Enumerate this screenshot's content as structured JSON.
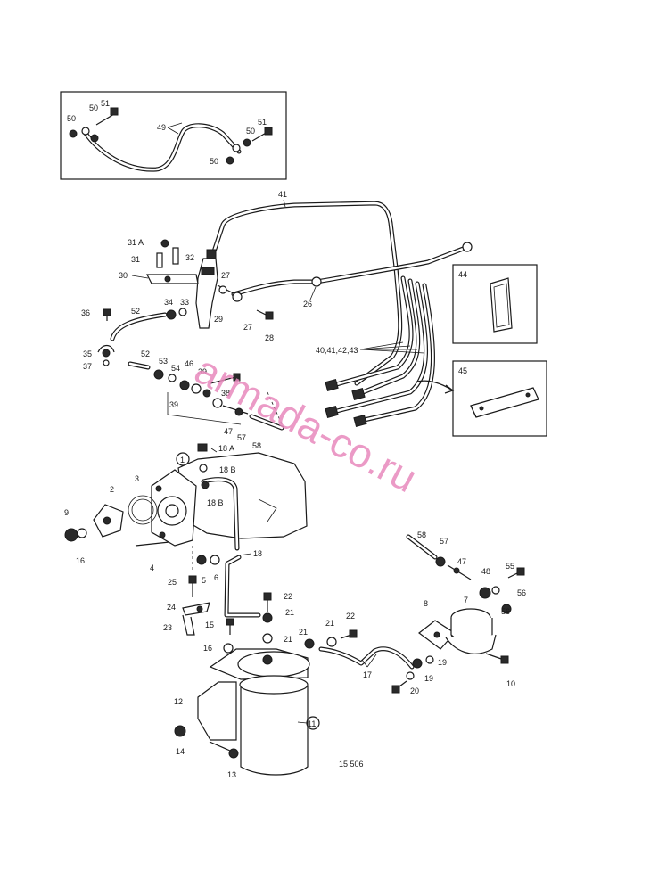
{
  "diagram": {
    "watermark": "armada-co.ru",
    "drawing_number": "15 506",
    "callouts": {
      "c1": "1",
      "c2": "2",
      "c3": "3",
      "c4": "4",
      "c5": "5",
      "c6": "6",
      "c7": "7",
      "c8": "8",
      "c9": "9",
      "c10": "10",
      "c11": "11",
      "c12": "12",
      "c13": "13",
      "c14": "14",
      "c15": "15",
      "c16a": "16",
      "c16b": "16",
      "c17": "17",
      "c18": "18",
      "c18a": "18 A",
      "c18b1": "18 B",
      "c18b2": "18 B",
      "c19a": "19",
      "c19b": "19",
      "c20": "20",
      "c21a": "21",
      "c21b": "21",
      "c21c": "21",
      "c21d": "21",
      "c22a": "22",
      "c22b": "22",
      "c23": "23",
      "c24": "24",
      "c25": "25",
      "c26": "26",
      "c27a": "27",
      "c27b": "27",
      "c28": "28",
      "c29": "29",
      "c30": "30",
      "c31": "31",
      "c31a": "31 A",
      "c32": "32",
      "c33": "33",
      "c34": "34",
      "c35": "35",
      "c36": "36",
      "c37": "37",
      "c38": "38",
      "c39a": "39",
      "c39b": "39",
      "c41": "41",
      "c4043": "40,41,42,43",
      "c44": "44",
      "c45": "45",
      "c46": "46",
      "c47a": "47",
      "c47b": "47",
      "c48": "48",
      "c49": "49",
      "c50a": "50",
      "c50b": "50",
      "c50c": "50",
      "c50d": "50",
      "c51a": "51",
      "c51b": "51",
      "c52a": "52",
      "c52b": "52",
      "c53": "53",
      "c54": "54",
      "c55": "55",
      "c56a": "56",
      "c56b": "56",
      "c57a": "57",
      "c57b": "57",
      "c58a": "58",
      "c58b": "58"
    }
  }
}
